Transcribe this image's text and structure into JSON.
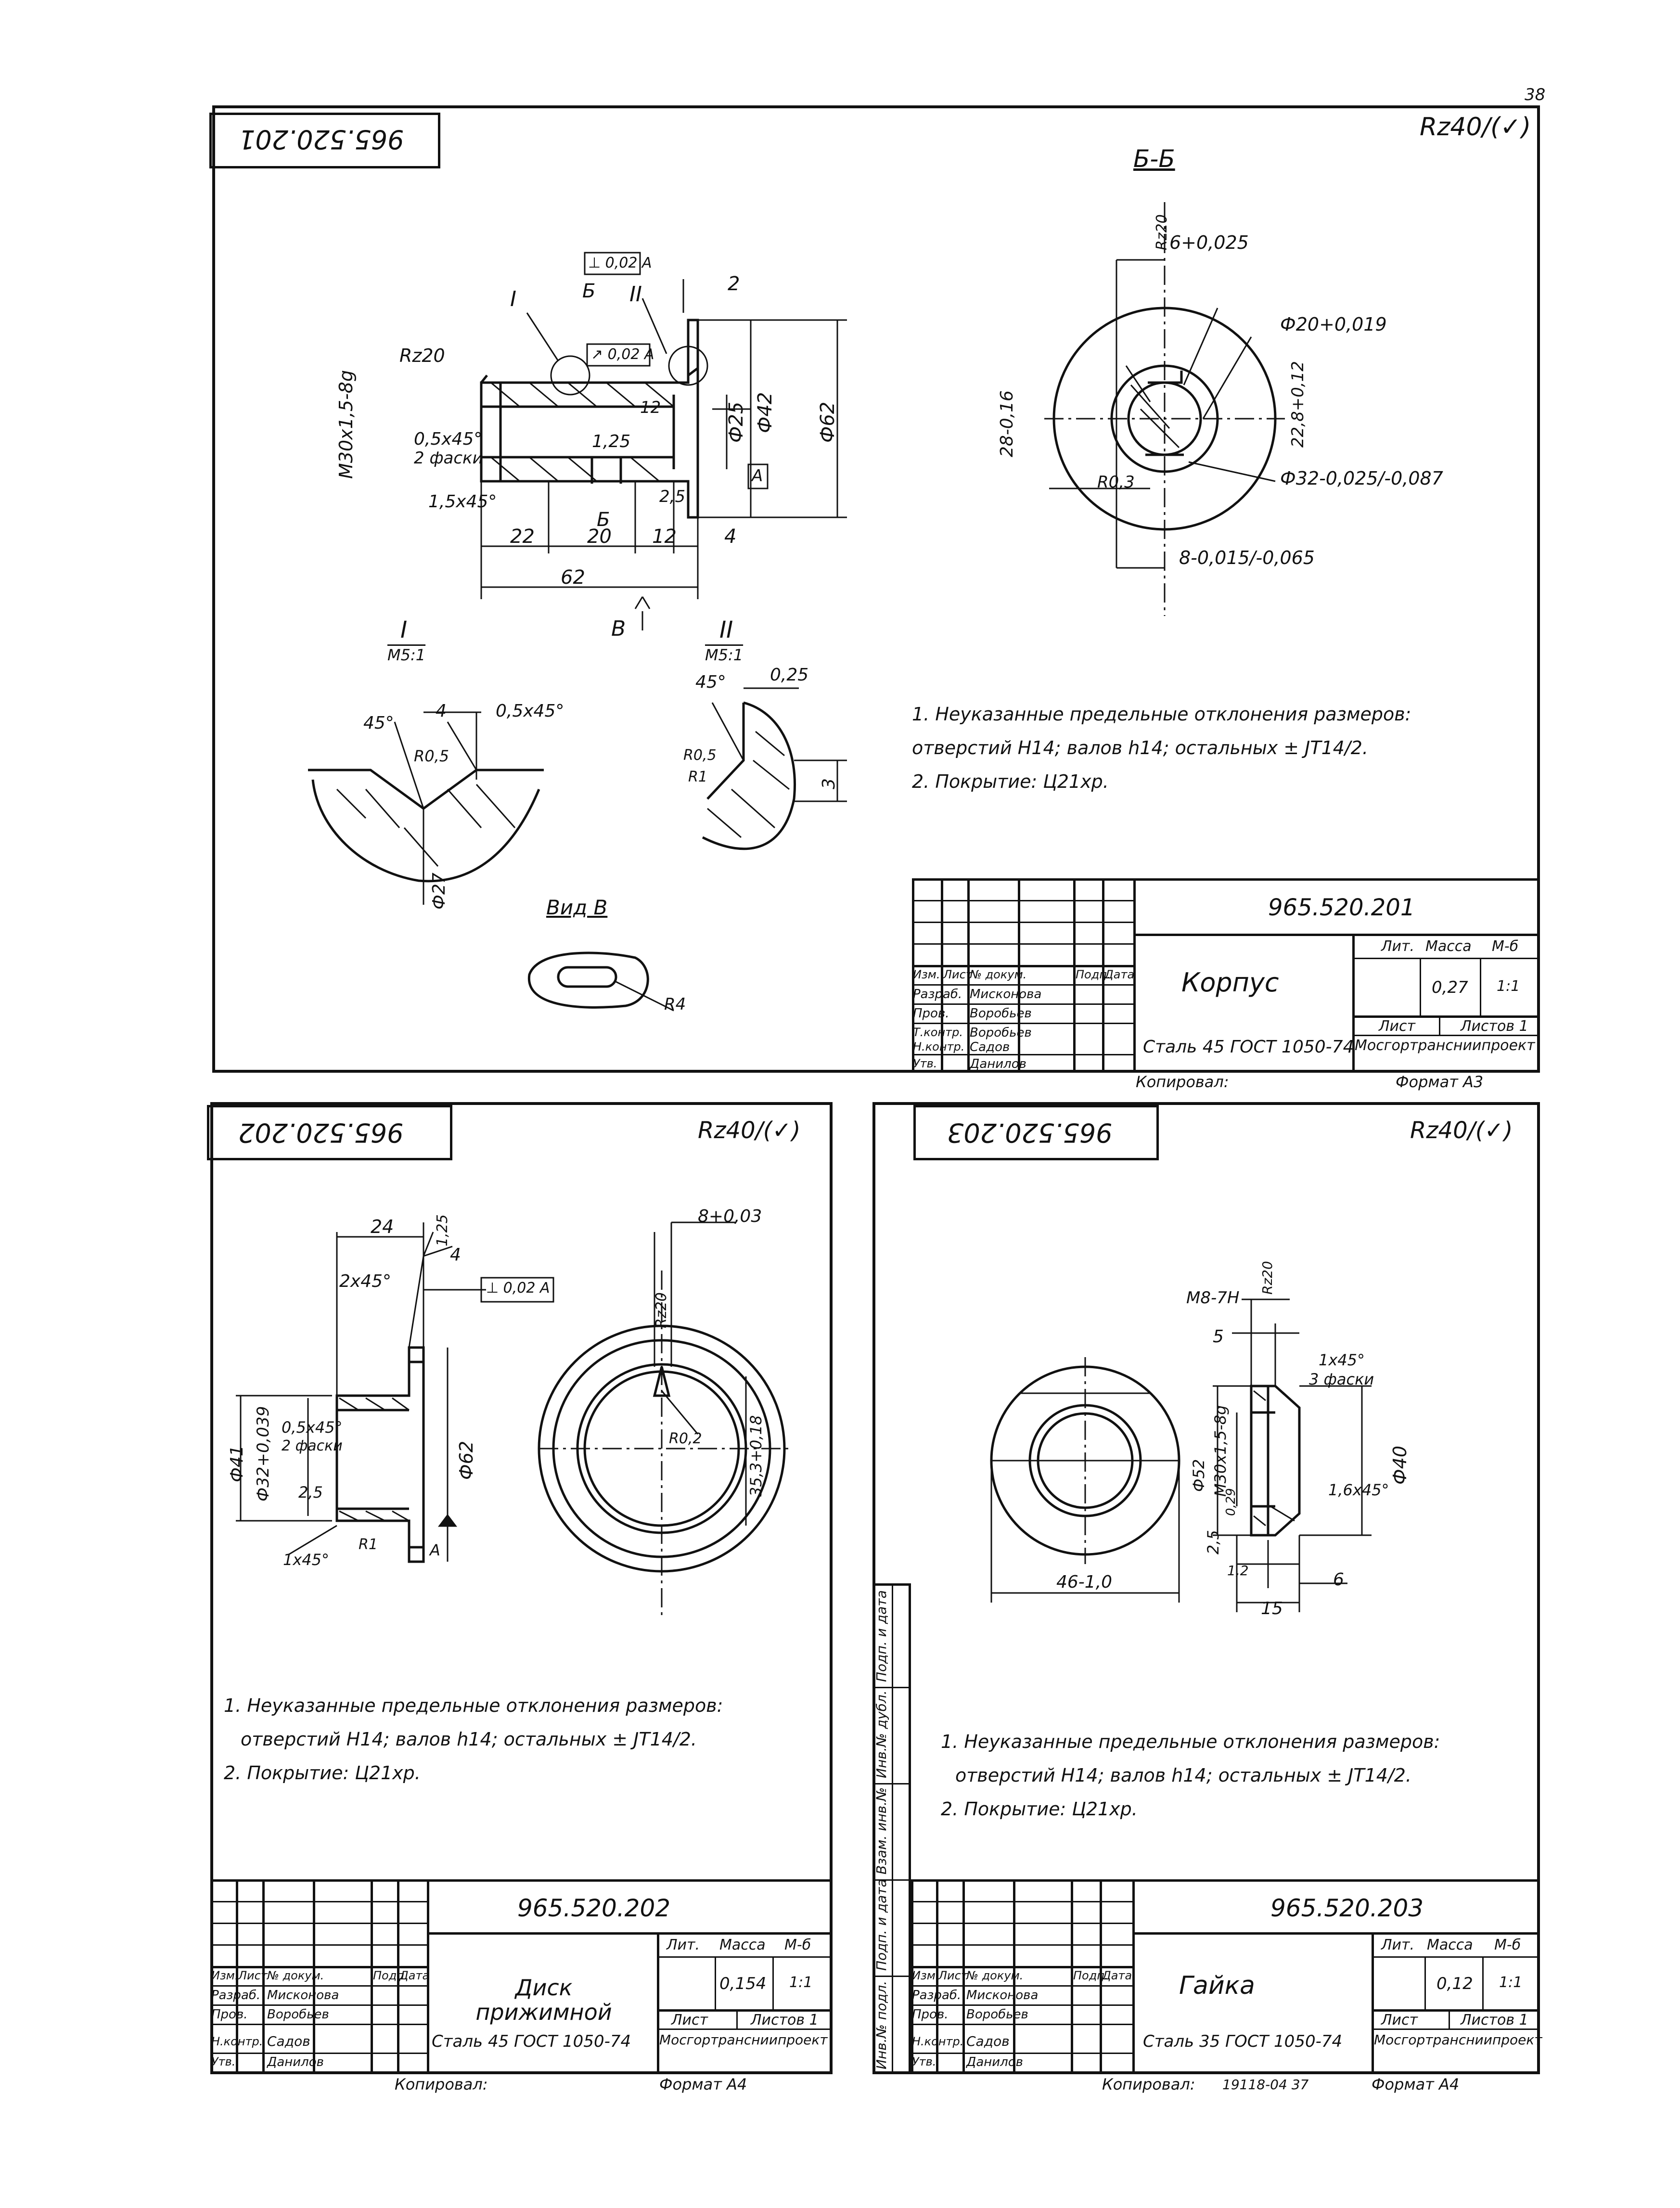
{
  "page_number": "38",
  "roughness": "Rz40/(✓)",
  "copied_label": "Копировал:",
  "side_strip": [
    "Инв.№ подл.",
    "Подп. и дата",
    "Взам. инв.№",
    "Инв.№ дубл.",
    "Подп. и дата"
  ],
  "tb_header": {
    "izm": "Изм.",
    "list": "Лист",
    "doc": "№ докум.",
    "podp": "Подп.",
    "data": "Дата",
    "razrab": "Разраб.",
    "prov": "Пров.",
    "tkontr": "Т.контр.",
    "nkontr": "Н.контр.",
    "utv": "Утв.",
    "lit": "Лит.",
    "massa": "Масса",
    "masshtab": "М-б",
    "list_label": "Лист",
    "listov": "Листов 1"
  },
  "people": {
    "razrab": "Мисконова",
    "prov": "Воробьев",
    "tkontr": "Воробьев",
    "nkontr": "Садов",
    "utv": "Данилов"
  },
  "sheets": [
    {
      "code": "965.520.201",
      "name": "Корпус",
      "mass": "0,27",
      "scale": "1:1",
      "material": "Сталь 45 ГОСТ 1050-74",
      "org": "Мосгортрансниипроект",
      "format": "Формат А3",
      "notes": [
        "1. Неуказанные предельные отклонения размеров:",
        "отверстий Н14; валов h14; остальных ± JT14/2.",
        "2. Покрытие: Ц21хр."
      ],
      "labels": {
        "section": "Б-Б",
        "view": "Вид В",
        "detail1": "I",
        "detail1_scale": "М5:1",
        "detail2": "II",
        "detail2_scale": "М5:1",
        "ra": "Rz20",
        "tol_perp": "⊥ 0,02 A",
        "tol_runout": "↗ 0,02 A",
        "d_thread": "М30х1,5-8g",
        "d_chamfer": "0,5х45°",
        "d_chamfer2": "2 фаски",
        "d_chamfer15": "1,5х45°",
        "d_125": "1,25",
        "d_12a": "12",
        "d_25": "2,5",
        "d_2": "2",
        "d_phi25": "Ф25",
        "d_phi42": "Ф42",
        "d_phi62": "Ф62",
        "d_22": "22",
        "d_20": "20",
        "d_12": "12",
        "d_4": "4",
        "d_62": "62",
        "d_B": "В",
        "d_b": "Б",
        "d_I": "I",
        "d_II": "II",
        "d_A": "A",
        "s_6": "6+0,025",
        "s_20": "Ф20+0,019",
        "s_28": "28-0,16",
        "s_228": "22,8+0,12",
        "s_32": "Ф32-0,025/-0,087",
        "s_8": "8-0,015/-0,065",
        "s_r03": "R0,3",
        "s_rz20": "Rz20",
        "det1_45": "45°",
        "det1_4": "4",
        "det1_05": "0,5х45°",
        "det1_r05": "R0,5",
        "det1_27": "Ф27",
        "det2_45": "45°",
        "det2_025": "0,25",
        "det2_r05": "R0,5",
        "det2_r1": "R1",
        "det2_3": "3",
        "view_r4": "R4"
      }
    },
    {
      "code": "965.520.202",
      "name": "Диск прижимной",
      "mass": "0,154",
      "scale": "1:1",
      "material": "Сталь 45 ГОСТ 1050-74",
      "org": "Мосгортрансниипроект",
      "format": "Формат А4",
      "notes": [
        "1. Неуказанные предельные отклонения размеров:",
        "отверстий Н14; валов h14; остальных ± JT14/2.",
        "2. Покрытие: Ц21хр."
      ],
      "labels": {
        "d_24": "24",
        "d_125": "1,25",
        "d_4": "4",
        "d_2x45": "2х45°",
        "d_tol": "⊥ 0,02 A",
        "d_41": "Ф41",
        "d_32": "Ф32+0,039",
        "d_05": "0,5х45°",
        "d_05b": "2 фаски",
        "d_25": "2,5",
        "d_62": "Ф62",
        "d_r1": "R1",
        "d_A": "A",
        "d_1x45": "1х45°",
        "e_8": "8+0,03",
        "e_rz20": "Rz20",
        "e_r02": "R0,2",
        "e_353": "35,3+0,18"
      }
    },
    {
      "code": "965.520.203",
      "name": "Гайка",
      "mass": "0,12",
      "scale": "1:1",
      "material": "Сталь 35 ГОСТ 1050-74",
      "org": "Мосгортрансниипроект",
      "format": "Формат А4",
      "copy_number": "19118-04   37",
      "notes": [
        "1. Неуказанные предельные отклонения размеров:",
        "отверстий Н14; валов h14; остальных ± JT14/2.",
        "2. Покрытие: Ц21хр."
      ],
      "labels": {
        "f_46": "46-1,0",
        "g_m8": "М8-7Н",
        "g_rz20": "Rz20",
        "g_5": "5",
        "g_1x45": "1х45°",
        "g_3f": "3 фаски",
        "g_52": "Ф52",
        "g_m30": "М30х1,5-8g",
        "g_40": "Ф40",
        "g_16": "1,6х45°",
        "g_25": "2,5",
        "g_029": "0,29",
        "g_12": "1,2",
        "g_6": "6",
        "g_15": "15"
      }
    }
  ]
}
